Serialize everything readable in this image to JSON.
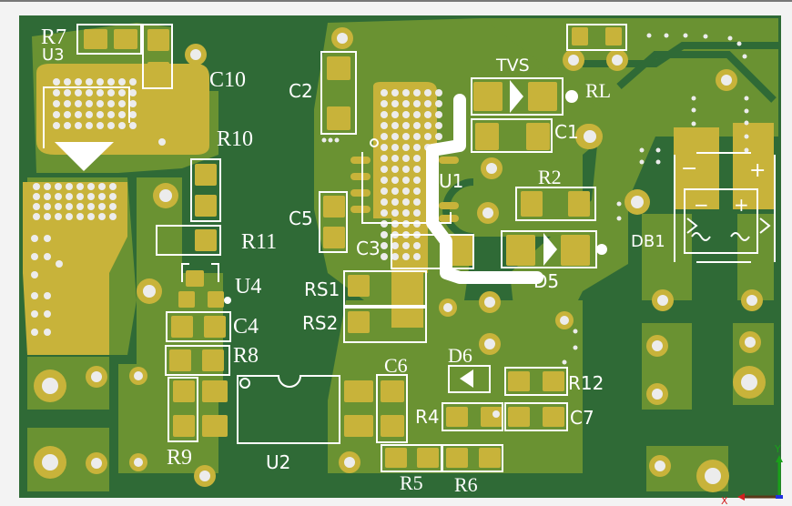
{
  "view": {
    "type": "PCB 3D top view",
    "colors": {
      "substrate": "#2f6a36",
      "pour": "#6a9232",
      "pour_edge": "#557f2c",
      "pad": "#c8b33a",
      "hole": "#ececec",
      "silk": "#ffffff",
      "background": "#f3f3f3"
    }
  },
  "components": {
    "R7": "R7",
    "U3": "U3",
    "C10": "C10",
    "R10": "R10",
    "R11": "R11",
    "U4": "U4",
    "C4": "C4",
    "R8": "R8",
    "R9": "R9",
    "U2": "U2",
    "C2": "C2",
    "C5": "C5",
    "C3": "C3",
    "U1": "U1",
    "RS1": "RS1",
    "RS2": "RS2",
    "C6": "C6",
    "D6": "D6",
    "R12": "R12",
    "R4": "R4",
    "C7": "C7",
    "R5": "R5",
    "R6": "R6",
    "TVS": "TVS",
    "RL": "RL",
    "C1": "C1",
    "R2": "R2",
    "D5": "D5",
    "DB1": "DB1"
  },
  "db1_marks": {
    "minus": "−",
    "plus": "+"
  },
  "axes": {
    "x": "X",
    "y": "Y"
  }
}
